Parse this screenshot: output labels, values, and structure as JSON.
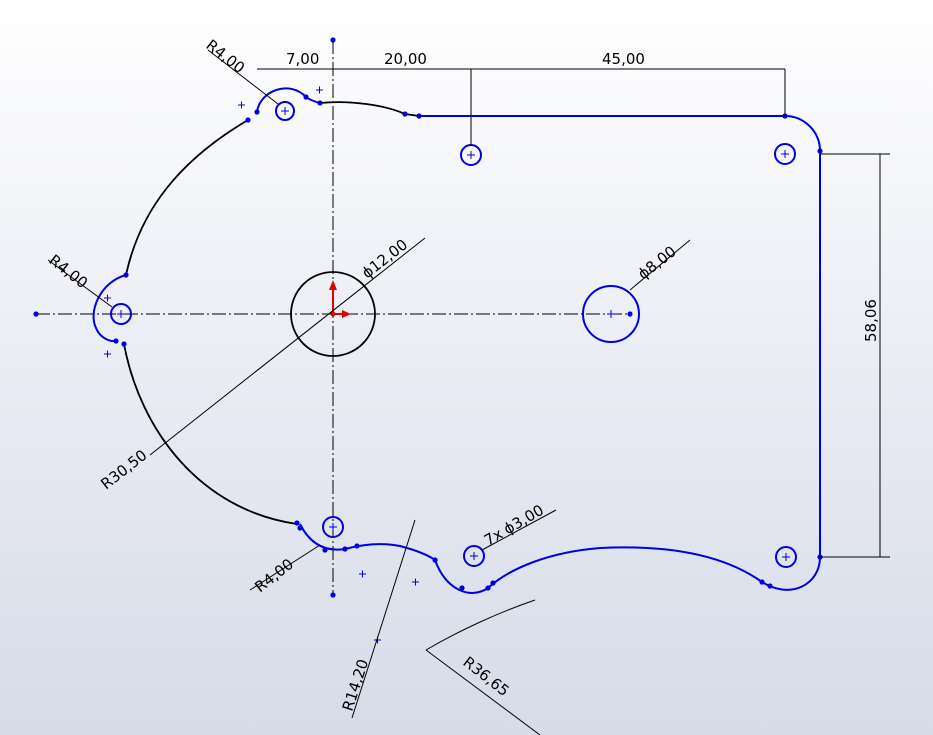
{
  "dimensions": {
    "r4_top": "R4,00",
    "d7": "7,00",
    "d20": "20,00",
    "d45": "45,00",
    "r4_left": "R4,00",
    "dia12": "12,00",
    "dia8": "8,00",
    "d58": "58,06",
    "r30": "R30,50",
    "r4_bottom": "R4,00",
    "holes": "7x",
    "dia3": "3,00",
    "r14": "R14,20",
    "r36": "R36,65"
  },
  "symbols": {
    "diameter": "ϕ"
  },
  "colors": {
    "sketch_blue": "#0000e0",
    "construction_black": "#000000",
    "origin_red": "#e00000"
  },
  "icons": [
    "origin-icon"
  ]
}
